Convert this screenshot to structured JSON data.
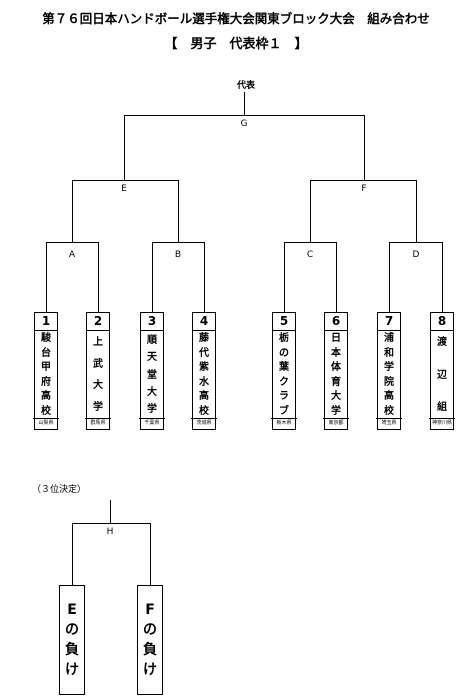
{
  "title": "第７６回日本ハンドボール選手権大会関東ブロック大会　組み合わせ",
  "subtitle": "【　男子　代表枠１　】",
  "winner_label": "代表",
  "third_place_label": "（３位決定）",
  "nodes": {
    "G": "G",
    "E": "E",
    "F": "F",
    "A": "A",
    "B": "B",
    "C": "C",
    "D": "D",
    "H": "H"
  },
  "teams": [
    {
      "num": "1",
      "name": [
        "駿",
        "台",
        "甲",
        "府",
        "高",
        "校"
      ],
      "pref": "山梨県"
    },
    {
      "num": "2",
      "name": [
        "上",
        "武",
        "大",
        "学"
      ],
      "pref": "群馬県"
    },
    {
      "num": "3",
      "name": [
        "順",
        "天",
        "堂",
        "大",
        "学"
      ],
      "pref": "千葉県"
    },
    {
      "num": "4",
      "name": [
        "藤",
        "代",
        "紫",
        "水",
        "高",
        "校"
      ],
      "pref": "茨城県"
    },
    {
      "num": "5",
      "name": [
        "栃",
        "の",
        "葉",
        "ク",
        "ラ",
        "ブ"
      ],
      "pref": "栃木県"
    },
    {
      "num": "6",
      "name": [
        "日",
        "本",
        "体",
        "育",
        "大",
        "学"
      ],
      "pref": "東京都"
    },
    {
      "num": "7",
      "name": [
        "浦",
        "和",
        "学",
        "院",
        "高",
        "校"
      ],
      "pref": "埼玉県"
    },
    {
      "num": "8",
      "name": [
        "渡",
        "辺",
        "組"
      ],
      "pref": "神奈川県"
    }
  ],
  "losers": [
    {
      "chars": [
        "E",
        "の",
        "負",
        "け"
      ]
    },
    {
      "chars": [
        "F",
        "の",
        "負",
        "け"
      ]
    }
  ]
}
